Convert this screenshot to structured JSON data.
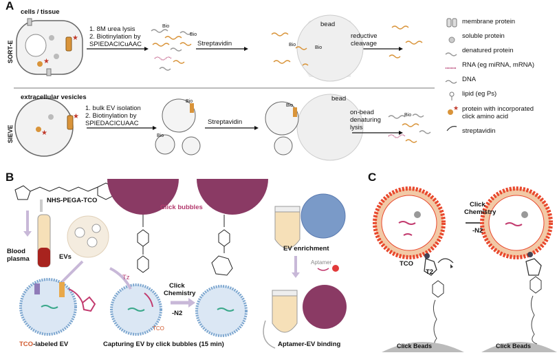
{
  "panelA": {
    "letter": "A",
    "row1": {
      "side_label": "SORT-E",
      "title": "cells / tissue",
      "step1_lines": [
        "1. 8M urea lysis",
        "2. Biotinylation by",
        "SPIEDACICuAAC"
      ],
      "step2": "Streptavidin",
      "bead": "bead",
      "step3_lines": [
        "reductive",
        "cleavage"
      ],
      "bio": "Bio"
    },
    "row2": {
      "side_label": "SIEVE",
      "title": "extracellular vesicles",
      "step1_lines": [
        "1. bulk EV isolation",
        "2. Biotinylation by",
        "SPIEDACICUAAC"
      ],
      "step2": "Streptavidin",
      "bead": "bead",
      "step3_lines": [
        "on-bead",
        "denaturing",
        "lysis"
      ],
      "bio": "Bio"
    },
    "legend": [
      {
        "icon": "membrane-protein-icon",
        "label": "membrane protein"
      },
      {
        "icon": "soluble-protein-icon",
        "label": "soluble protein"
      },
      {
        "icon": "denatured-protein-icon",
        "label": "denatured protein"
      },
      {
        "icon": "rna-icon",
        "label": "RNA (eg miRNA, mRNA)"
      },
      {
        "icon": "dna-icon",
        "label": "DNA"
      },
      {
        "icon": "lipid-icon",
        "label": "lipid (eg Ps)"
      },
      {
        "icon": "click-amino-acid-icon",
        "label": "protein with incorporated",
        "label2": "click amino acid"
      },
      {
        "icon": "streptavidin-icon",
        "label": "streptavidin"
      }
    ]
  },
  "panelB": {
    "letter": "B",
    "reagent": "NHS-PEGA-TCO",
    "blood_plasma_lines": [
      "Blood",
      "plasma"
    ],
    "evs": "EVs",
    "click_bubbles": "Click bubbles",
    "tz": "Tz",
    "click_chem_lines": [
      "Click",
      "Chemistry"
    ],
    "n2": "-N2",
    "tco_small": "TCO",
    "ev_enrichment": "EV enrichment",
    "aptamer": "Aptamer",
    "caption1_tco": "TCO",
    "caption1_rest": "-labeled EV",
    "caption2": "Capturing EV by click bubbles (15 min)",
    "caption3": "Aptamer-EV binding"
  },
  "panelC": {
    "letter": "C",
    "click_chem_lines": [
      "Click",
      "Chemistry",
      "-N2"
    ],
    "tco": "TCO",
    "t2": "T2",
    "beads1": "Click Beads",
    "beads2": "Click Beads"
  },
  "colors": {
    "orange": "#d9943a",
    "pink": "#b43a6e",
    "tco": "#d0582c",
    "lipid": "#e8472c",
    "lipid_light": "#f2c9a6"
  }
}
